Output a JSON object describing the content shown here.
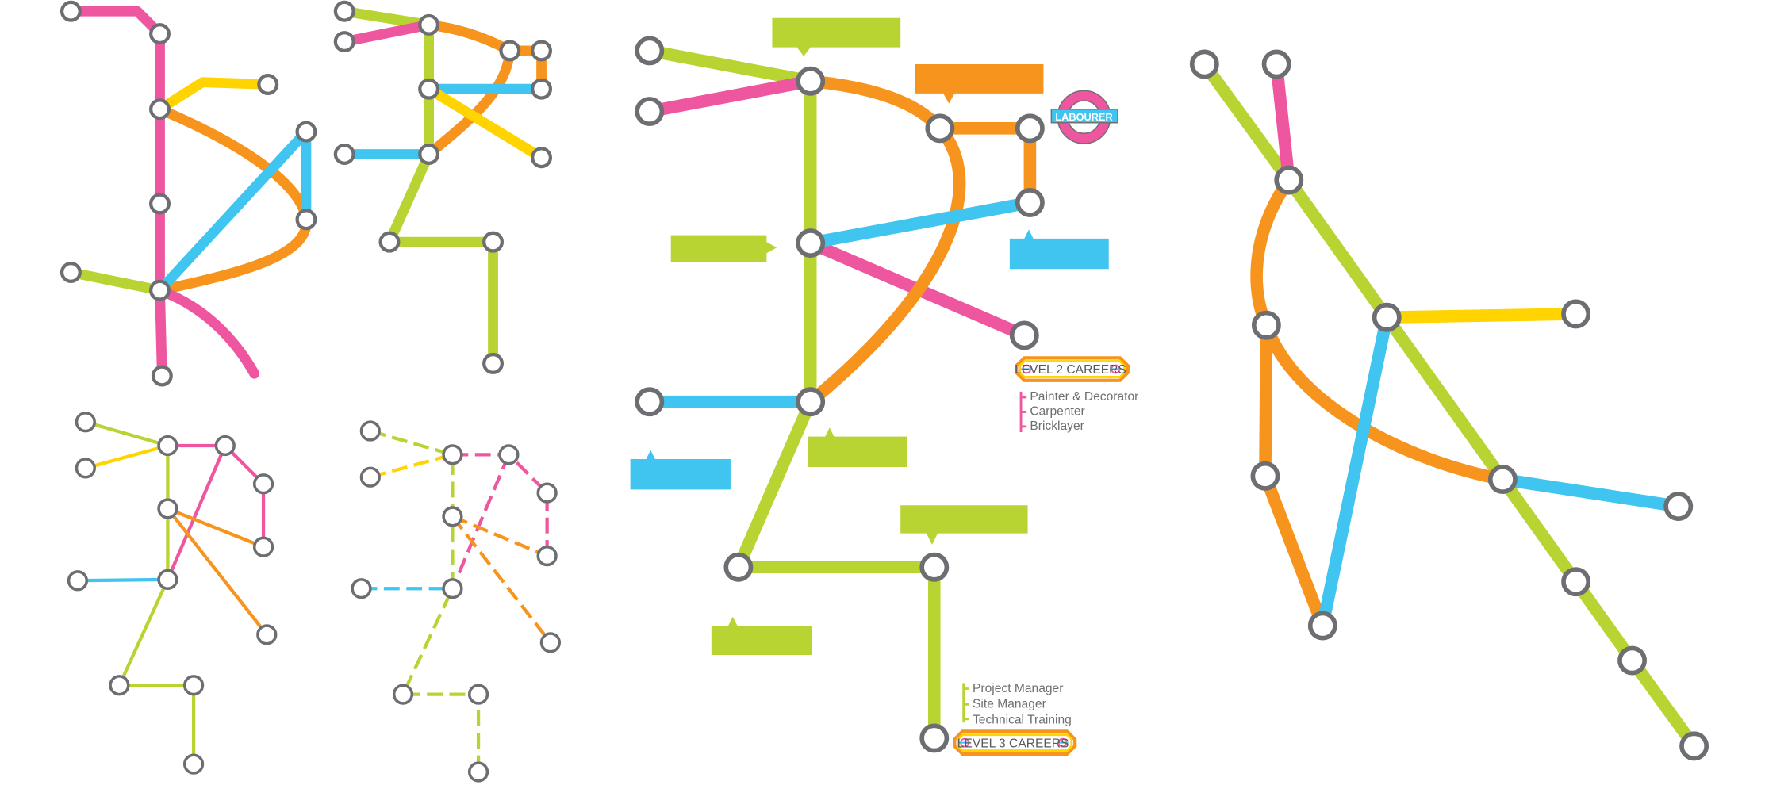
{
  "colors": {
    "green": "#b8d433",
    "pink": "#ee56a0",
    "orange": "#f7941d",
    "yellow": "#ffd400",
    "blue": "#40c4f0",
    "station": "#6d6e71"
  },
  "roundel": {
    "label": "LABOURER"
  },
  "level2": {
    "title": "LEVEL 2 CAREERS",
    "items": [
      "Painter & Decorator",
      "Carpenter",
      "Bricklayer"
    ]
  },
  "level3": {
    "title": "LEVEL 3 CAREERS",
    "items": [
      "Project Manager",
      "Site Manager",
      "Technical Training"
    ]
  }
}
